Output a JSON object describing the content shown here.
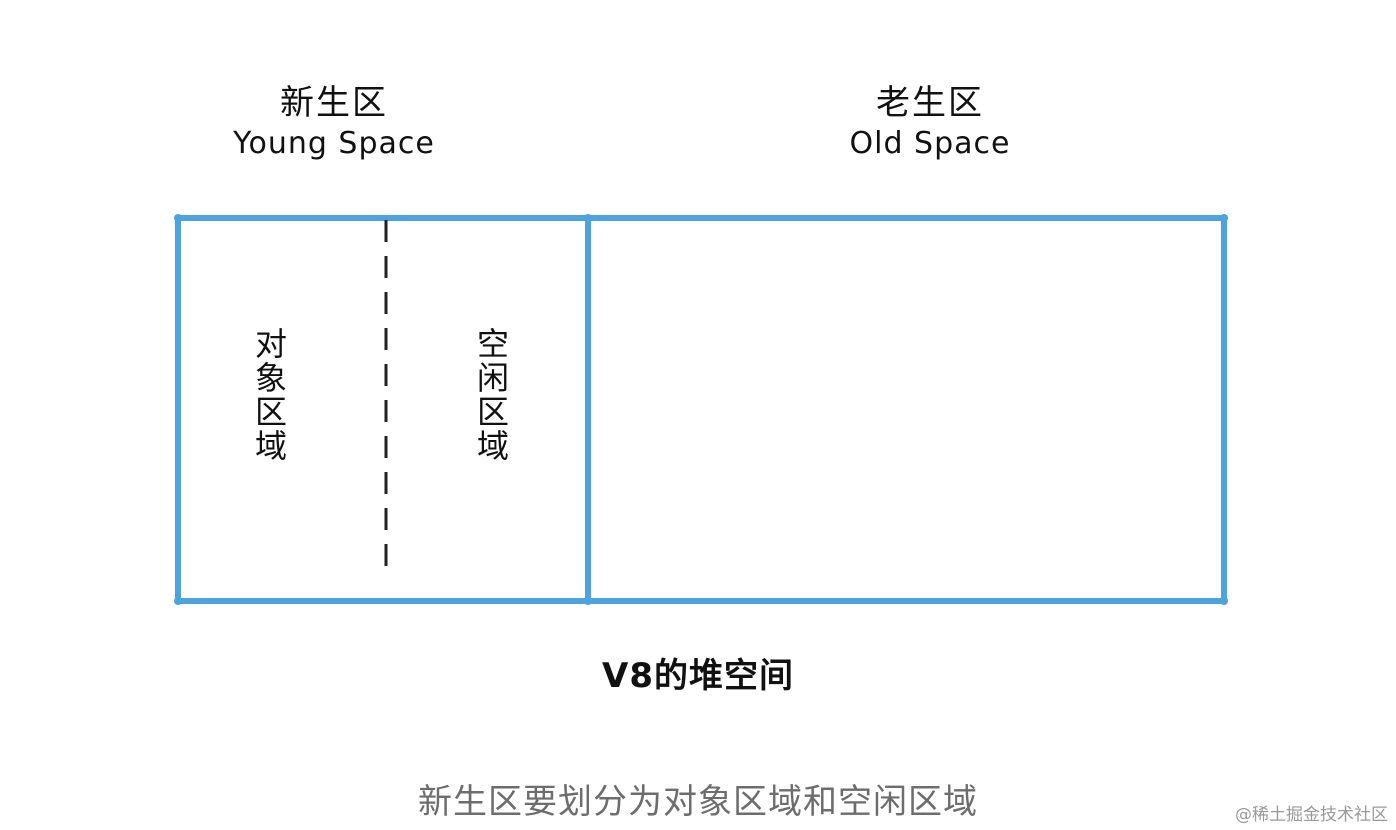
{
  "young_space": {
    "title_zh": "新生区",
    "title_en": "Young Space",
    "object_region": "对象区域",
    "free_region": "空闲区域"
  },
  "old_space": {
    "title_zh": "老生区",
    "title_en": "Old Space"
  },
  "heap_caption": "V8的堆空间",
  "figure_caption": "新生区要划分为对象区域和空闲区域",
  "watermark": "@稀土掘金技术社区",
  "colors": {
    "border": "#4da3e0",
    "divider": "#222222",
    "caption": "#6d6d6d"
  }
}
